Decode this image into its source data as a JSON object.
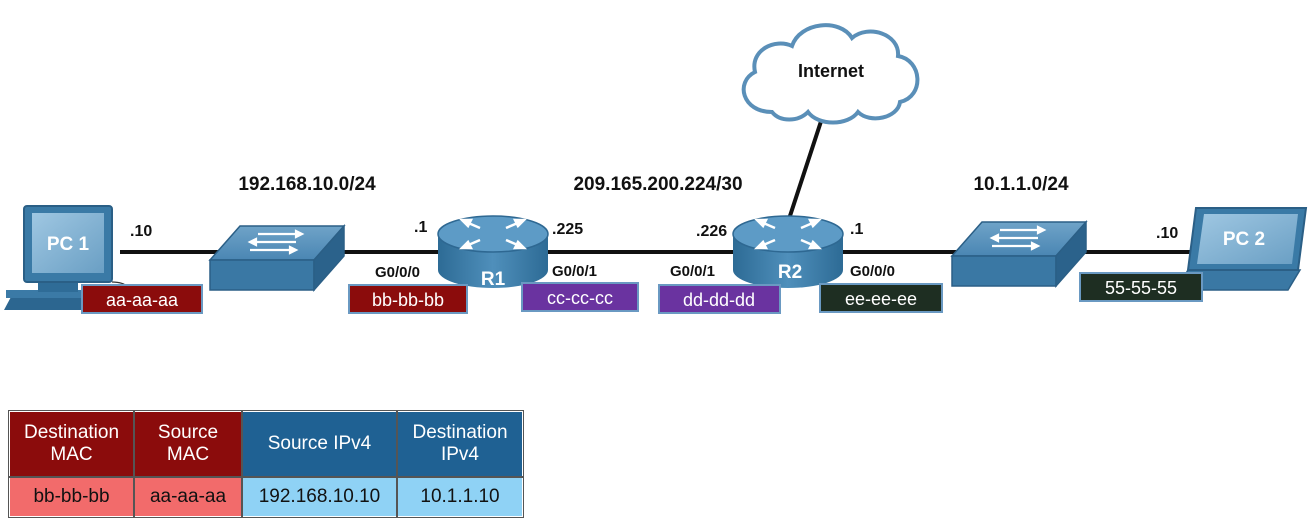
{
  "networks": {
    "lan1": "192.168.10.0/24",
    "wan": "209.165.200.224/30",
    "lan2": "10.1.1.0/24"
  },
  "internet_label": "Internet",
  "devices": {
    "pc1": "PC 1",
    "r1": "R1",
    "r2": "R2",
    "pc2": "PC 2"
  },
  "host_ids": {
    "pc1": ".10",
    "r1_g000": ".1",
    "r1_g001": ".225",
    "r2_g001": ".226",
    "r2_g000": ".1",
    "pc2": ".10"
  },
  "interfaces": {
    "r1_left": "G0/0/0",
    "r1_right": "G0/0/1",
    "r2_left": "G0/0/1",
    "r2_right": "G0/0/0"
  },
  "macs": {
    "pc1": "aa-aa-aa",
    "r1_g000": "bb-bb-bb",
    "r1_g001": "cc-cc-cc",
    "r2_g001": "dd-dd-dd",
    "r2_g000": "ee-ee-ee",
    "pc2": "55-55-55"
  },
  "frame": {
    "headers": {
      "dst_mac": "Destination MAC",
      "src_mac": "Source MAC",
      "src_ip": "Source IPv4",
      "dst_ip": "Destination IPv4"
    },
    "values": {
      "dst_mac": "bb-bb-bb",
      "src_mac": "aa-aa-aa",
      "src_ip": "192.168.10.10",
      "dst_ip": "10.1.1.10"
    }
  },
  "colors": {
    "mac_red": "#8b0c0c",
    "mac_purple": "#6a33a0",
    "mac_dark_green": "#1e2e22",
    "header_blue": "#1f6193",
    "cell_pink": "#f26b6b",
    "cell_light_blue": "#8fd2f5",
    "device_blue": "#3a7aa6"
  }
}
